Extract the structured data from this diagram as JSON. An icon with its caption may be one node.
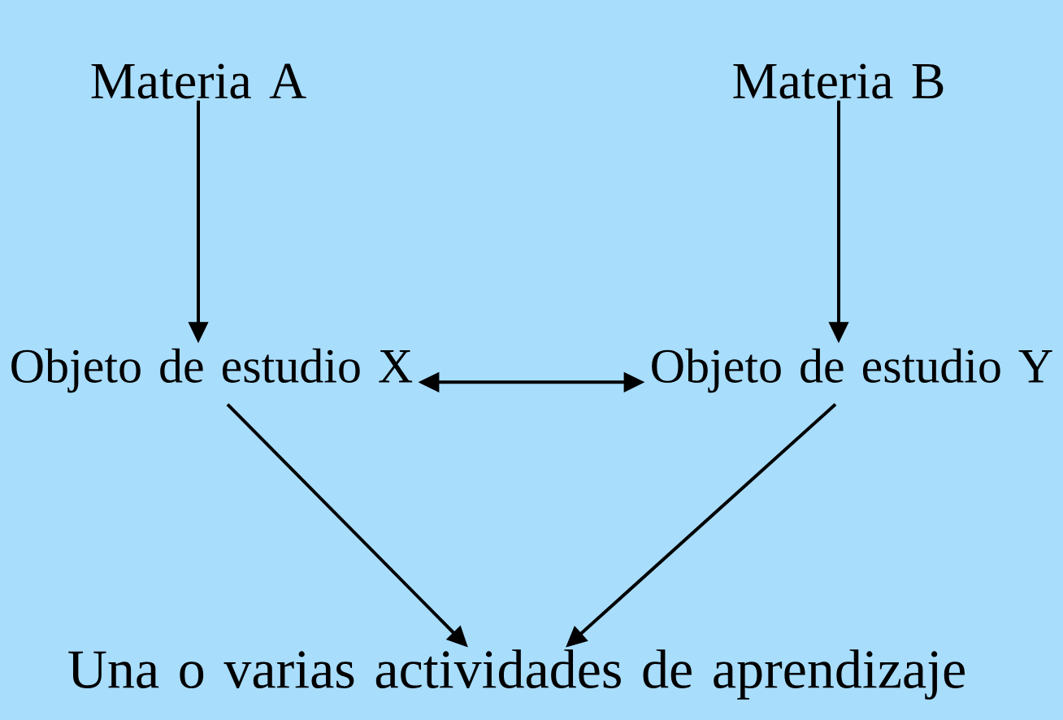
{
  "diagram": {
    "nodes": [
      {
        "text": [
          "Materia A"
        ]
      },
      {
        "text": [
          "Materia B"
        ]
      },
      {
        "text": [
          "Objeto de estudio X"
        ]
      },
      {
        "text": [
          "Objeto de estudio Y"
        ]
      },
      {
        "text": [
          "Una o varias actividades de aprendizaje"
        ]
      }
    ],
    "edges": [
      {
        "from": 0,
        "to": 2,
        "arrow": "to"
      },
      {
        "from": 1,
        "to": 3,
        "arrow": "to"
      },
      {
        "from": 2,
        "to": 3,
        "arrow": "both"
      },
      {
        "from": 2,
        "to": 4,
        "arrow": "to"
      },
      {
        "from": 3,
        "to": 4,
        "arrow": "to"
      }
    ]
  }
}
